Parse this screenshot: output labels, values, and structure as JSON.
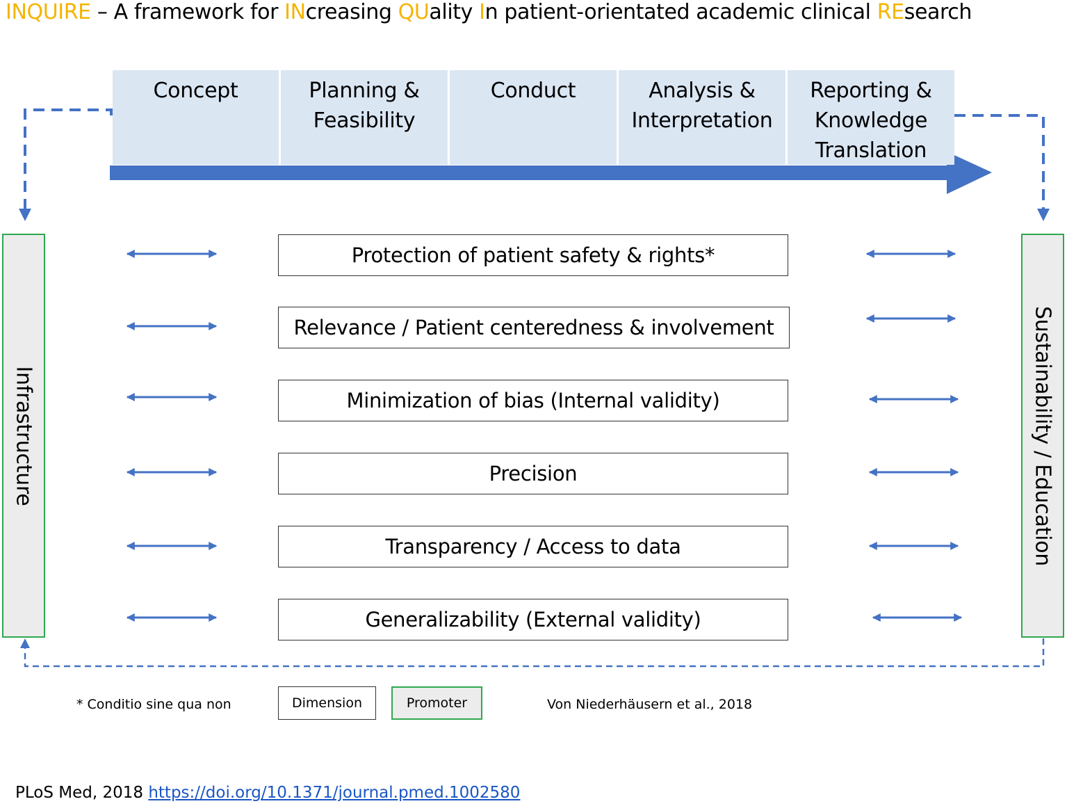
{
  "title": {
    "parts": [
      {
        "text": "IN",
        "hl": true
      },
      {
        "text": "QUIRE",
        "hl": true
      },
      {
        "text": " – A framework for ",
        "hl": false
      },
      {
        "text": "IN",
        "hl": true
      },
      {
        "text": "creasing ",
        "hl": false
      },
      {
        "text": "QU",
        "hl": true
      },
      {
        "text": "ality ",
        "hl": false
      },
      {
        "text": "I",
        "hl": true
      },
      {
        "text": "n patient-orientated academic clinical ",
        "hl": false
      },
      {
        "text": "RE",
        "hl": true
      },
      {
        "text": "search",
        "hl": false
      }
    ]
  },
  "phases": [
    {
      "lines": [
        "Concept"
      ]
    },
    {
      "lines": [
        "Planning &",
        "Feasibility"
      ]
    },
    {
      "lines": [
        "Conduct"
      ]
    },
    {
      "lines": [
        "Analysis &",
        "Interpretation"
      ]
    },
    {
      "lines": [
        "Reporting &",
        "Knowledge",
        "Translation"
      ]
    }
  ],
  "dimensions": [
    "Protection of patient safety & rights*",
    "Relevance / Patient centeredness & involvement",
    "Minimization of bias (Internal validity)",
    "Precision",
    "Transparency / Access to data",
    "Generalizability (External validity)"
  ],
  "promoters": {
    "left": "Infrastructure",
    "right": "Sustainability / Education"
  },
  "footnote": "* Conditio sine qua non",
  "legend": {
    "dimension": "Dimension",
    "promoter": "Promoter"
  },
  "attribution": "Von Niederhäusern et al., 2018",
  "citation": {
    "journal": "PLoS Med, 2018",
    "link": "https://doi.org/10.1371/journal.pmed.1002580"
  },
  "colors": {
    "accent_blue": "#4472c4",
    "phase_fill": "#dbe6f3",
    "title_highlight": "#f5b400",
    "promoter_border": "#2fa84f",
    "promoter_fill": "#ececec"
  }
}
